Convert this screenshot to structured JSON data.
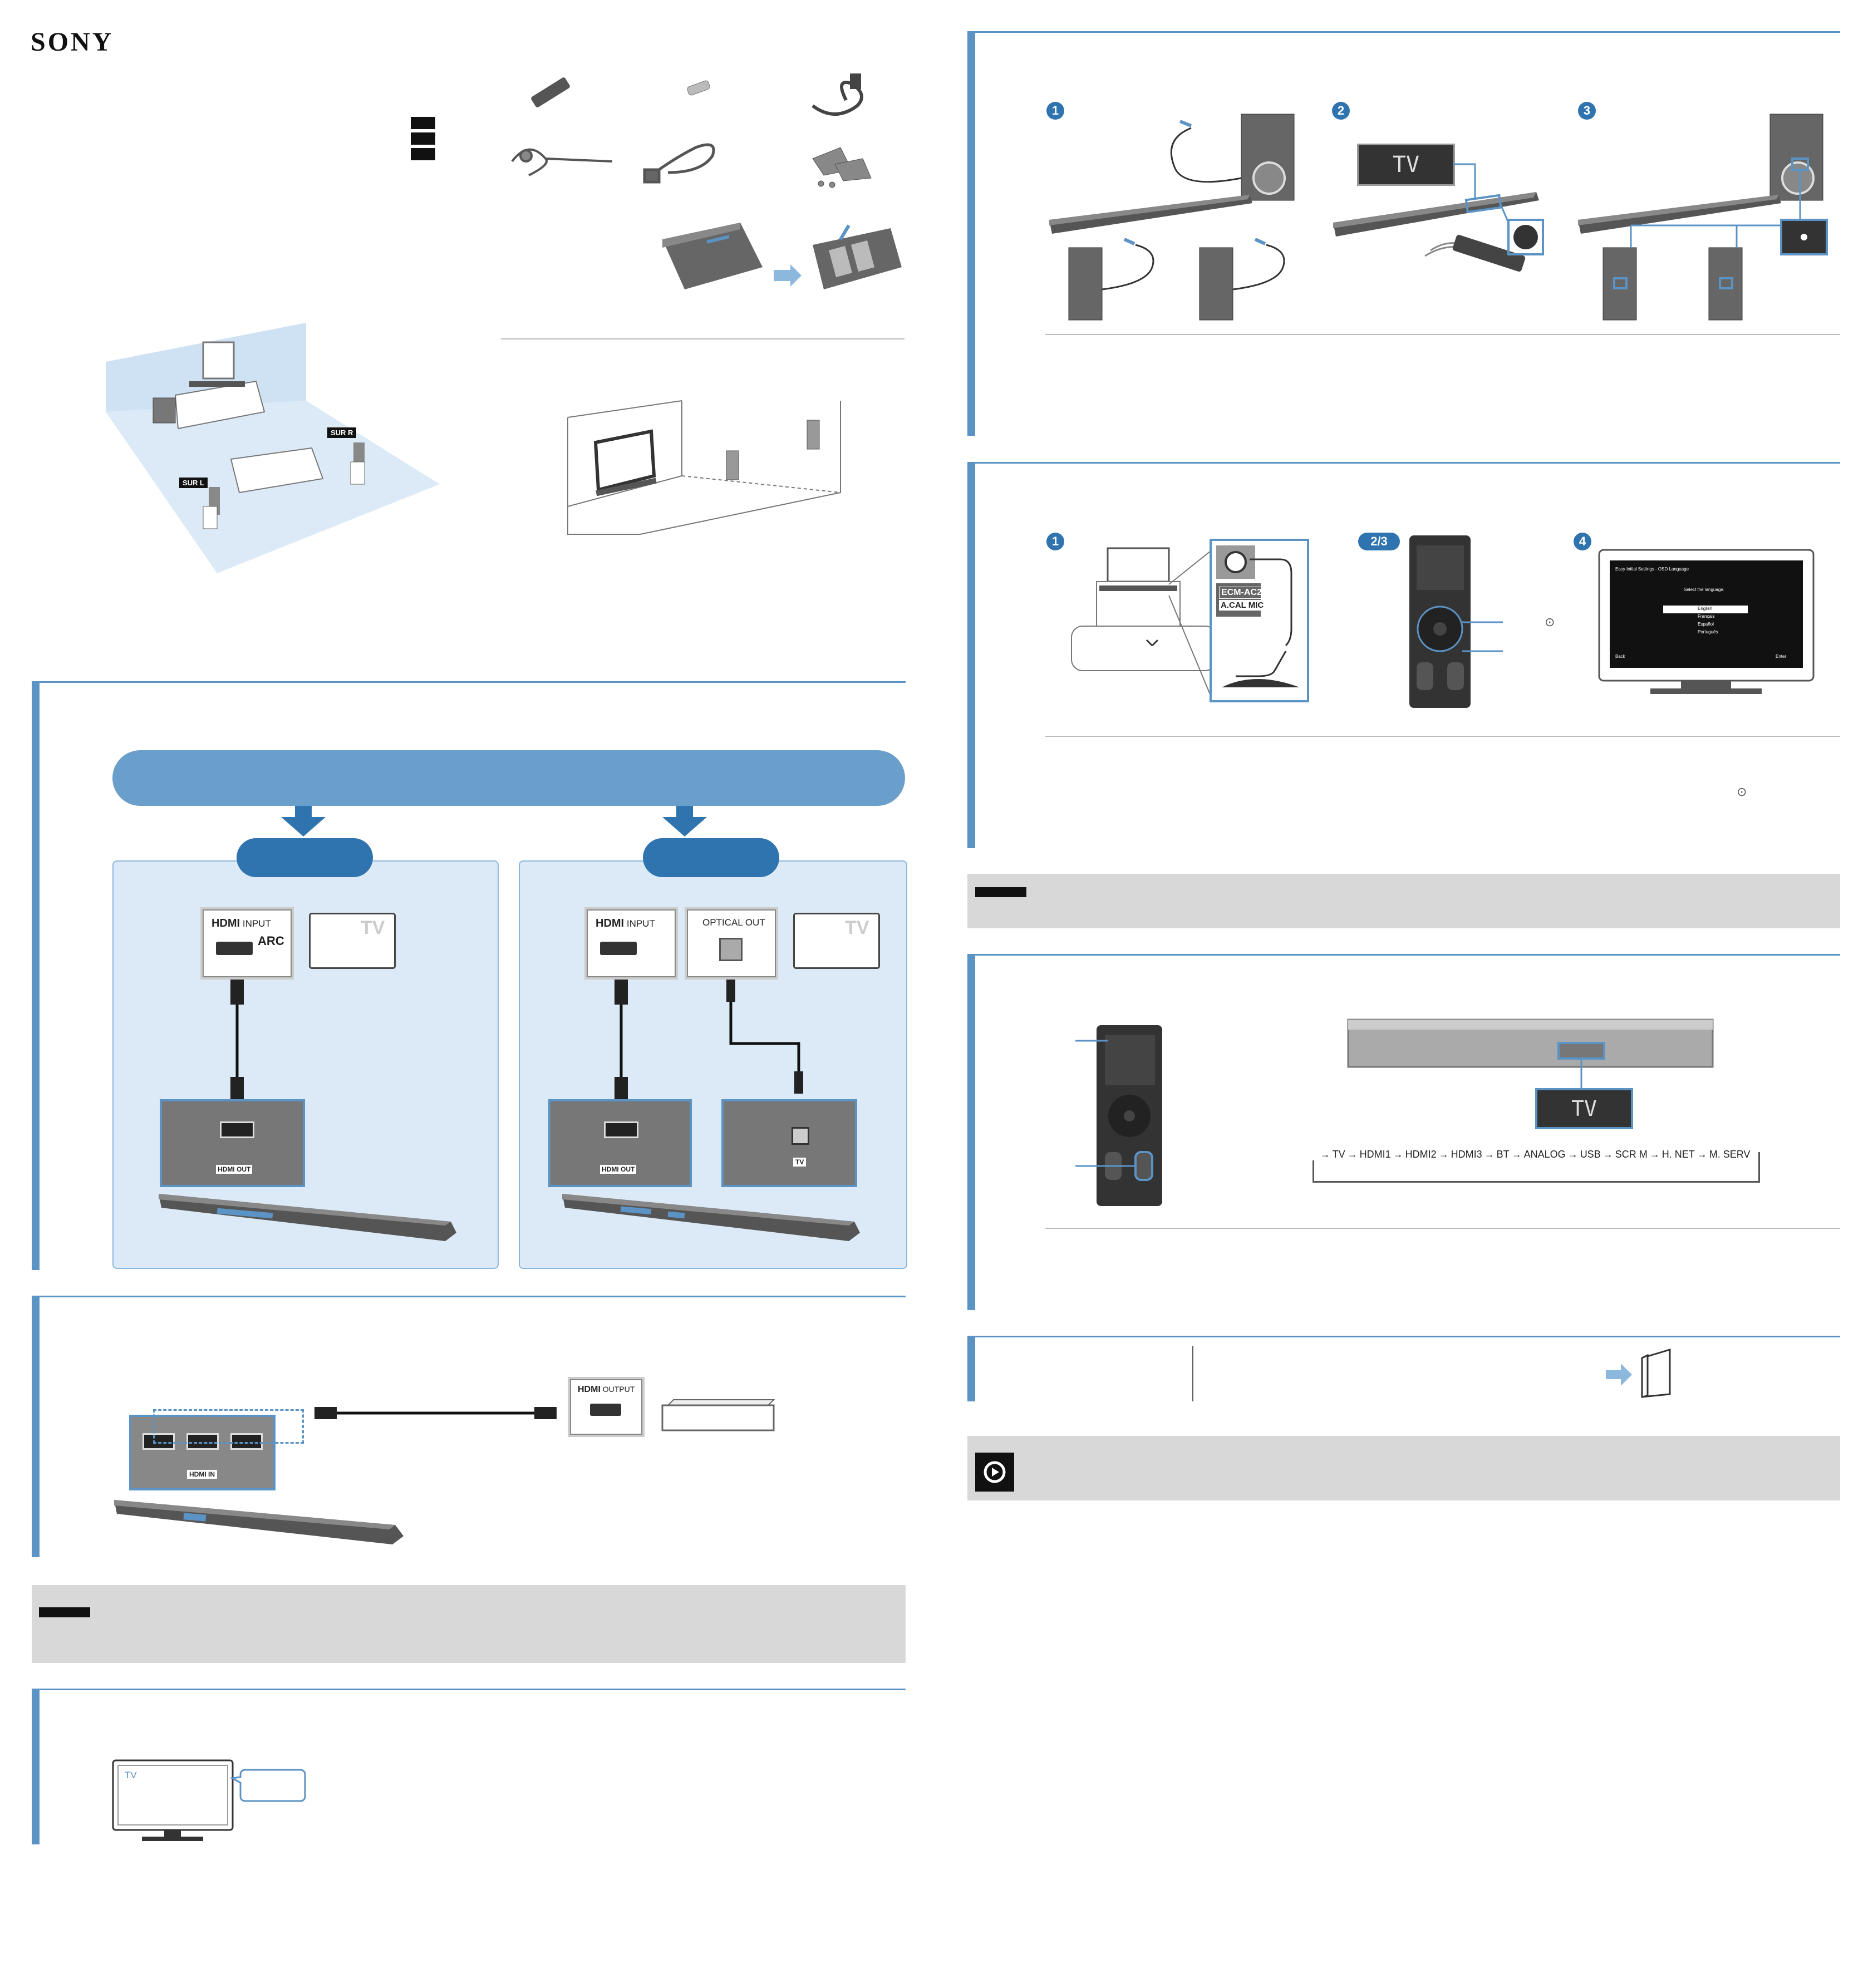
{
  "brand": "SONY",
  "labels": {
    "sur_l": "SUR L",
    "sur_r": "SUR R",
    "hdmi_input": "INPUT",
    "arc": "ARC",
    "optical_out": "OPTICAL OUT",
    "tv": "TV",
    "hdmi_output": "OUTPUT",
    "ecm_ac2": "ECM-AC2",
    "a_cal_mic": "A.CAL MIC",
    "hdmi_out": "HDMI OUT",
    "hdmi_in": "HDMI IN",
    "tv_optical_in": "TV",
    "step1": "1",
    "step2": "2",
    "step3": "3",
    "step4": "4",
    "step23": "2/3"
  },
  "display": {
    "panel_text": "TV"
  },
  "menu": {
    "title": "Easy Initial Settings - OSD Language",
    "prompt": "Select the language.",
    "options": [
      "English",
      "Français",
      "Español",
      "Português"
    ],
    "back": "Back",
    "enter": "Enter"
  },
  "input_cycle": [
    "TV",
    "HDMI1",
    "HDMI2",
    "HDMI3",
    "BT",
    "ANALOG",
    "USB",
    "SCR M",
    "H. NET",
    "M. SERV"
  ],
  "colors": {
    "accent": "#5b93c4",
    "panel_bg": "#dceaf7",
    "header_pill": "#6a9fcb",
    "dark_pill": "#2f74ae",
    "grey_box": "#d8d8d8"
  }
}
